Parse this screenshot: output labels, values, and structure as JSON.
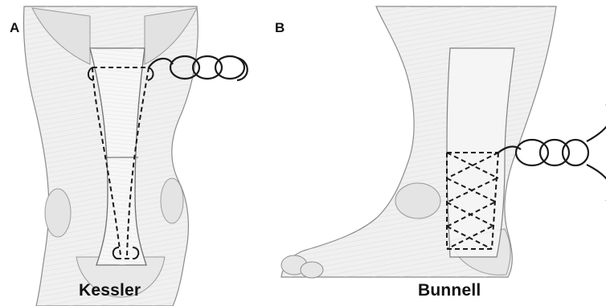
{
  "figure": {
    "panels": [
      {
        "letter": "A",
        "technique": "Kessler"
      },
      {
        "letter": "B",
        "technique": "Bunnell"
      }
    ]
  },
  "colors": {
    "background": "#ffffff",
    "skin": "#f1f1f1",
    "shade": "#c9c9c9",
    "line": "#4a4a4a",
    "suture": "#1a1a1a"
  }
}
